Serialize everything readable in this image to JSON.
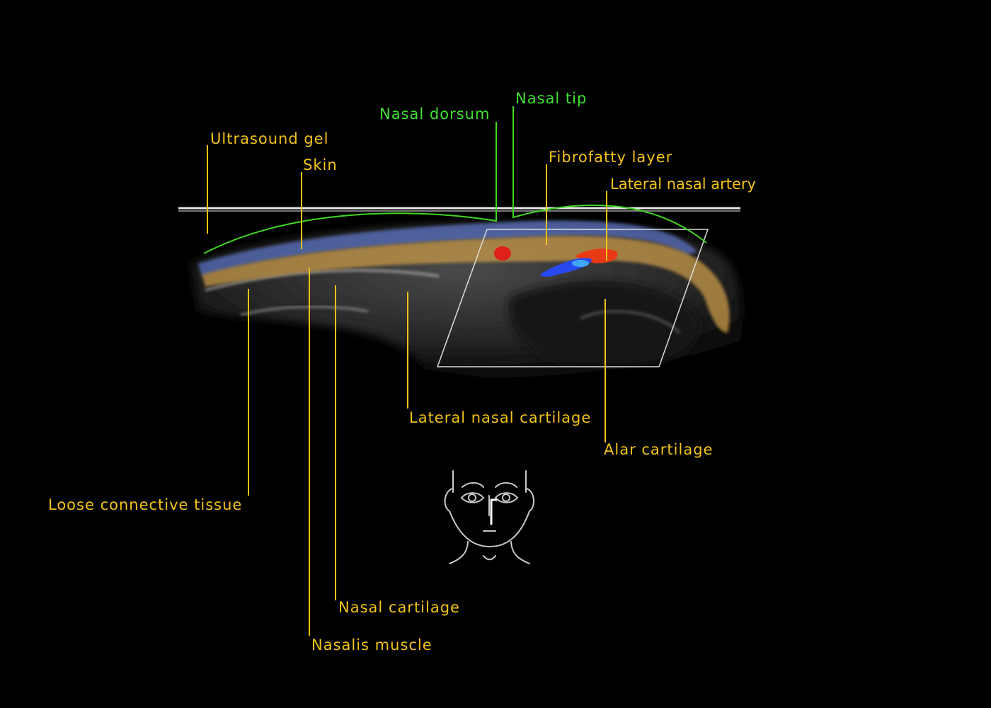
{
  "colors": {
    "structure_label": "#f2c318",
    "surface_label": "#3fe030"
  },
  "labels": {
    "ultrasound_gel": "Ultrasound gel",
    "skin": "Skin",
    "nasal_dorsum": "Nasal dorsum",
    "nasal_tip": "Nasal tip",
    "fibrofatty_layer": "Fibrofatty layer",
    "lateral_nasal_artery": "Lateral nasal artery",
    "lateral_nasal_cartilage": "Lateral nasal cartilage",
    "alar_cartilage": "Alar cartilage",
    "loose_connective_tissue": "Loose connective tissue",
    "nasal_cartilage": "Nasal cartilage",
    "nasalis_muscle": "Nasalis muscle"
  },
  "icons": {
    "probe_position": "face-with-probe-icon"
  }
}
